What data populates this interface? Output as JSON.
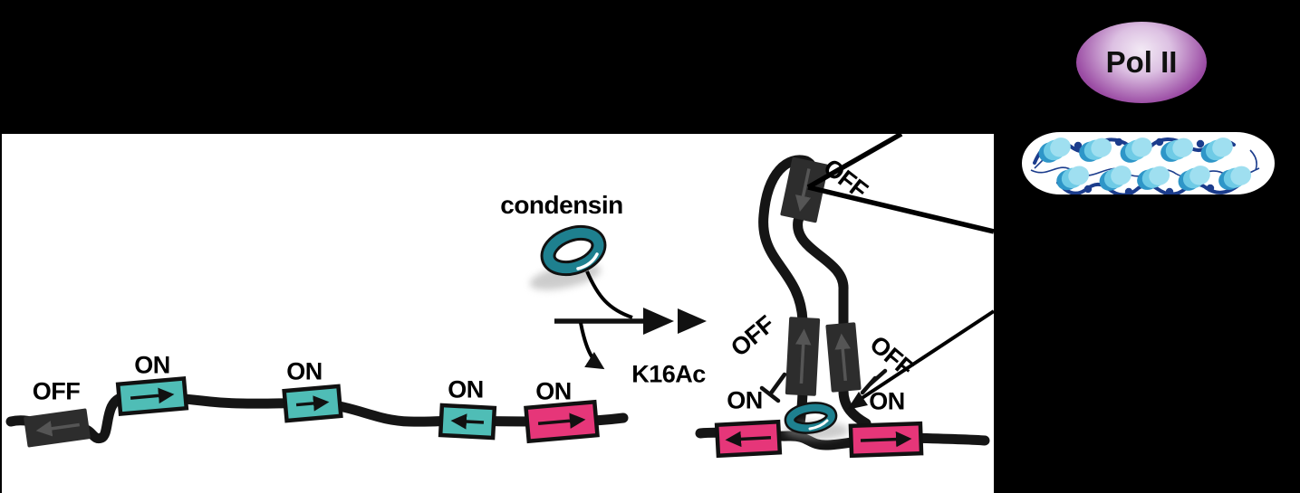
{
  "figure": {
    "left_chain": {
      "genes": [
        {
          "label": "OFF",
          "color": "dark",
          "arrow_direction": "left"
        },
        {
          "label": "ON",
          "color": "teal",
          "arrow_direction": "right"
        },
        {
          "label": "ON",
          "color": "teal",
          "arrow_direction": "right"
        },
        {
          "label": "ON",
          "color": "teal",
          "arrow_direction": "left"
        },
        {
          "label": "ON",
          "color": "pink",
          "arrow_direction": "right"
        }
      ]
    },
    "reaction": {
      "enzyme_label": "condensin",
      "product_label": "K16Ac"
    },
    "compacted_cluster": {
      "top_gene_label": "OFF",
      "left_gene_label": "OFF",
      "right_gene_label": "OFF",
      "left_on_label": "ON",
      "right_on_label": "ON"
    },
    "side_panel": {
      "pol2_label": "Pol II"
    }
  },
  "colors": {
    "teal_gene": "#4fbdb6",
    "pink_gene": "#e63679",
    "dark_gene": "#2d2d2d",
    "condensin_ring": "#1e808f",
    "pol2_purple": "#9b4ca4",
    "nucleosome_light": "#9fdff0",
    "nucleosome_mid": "#2e96c8",
    "dna_navy": "#1b3c8c"
  }
}
